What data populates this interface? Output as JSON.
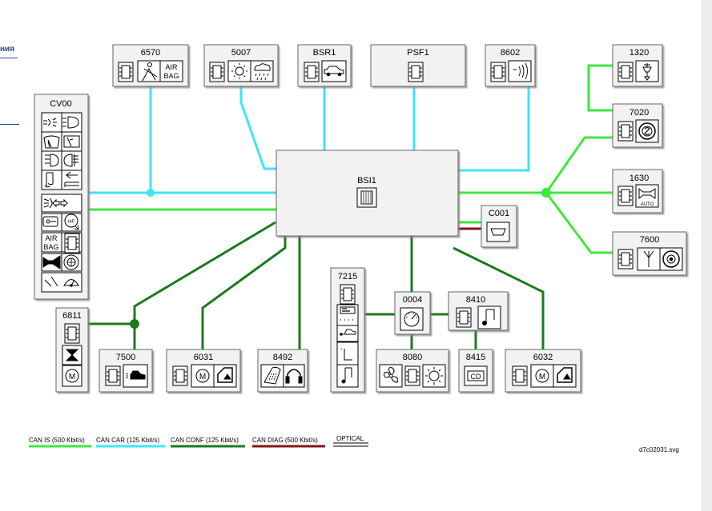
{
  "side_text": "ния",
  "file_name": "d7c02031.svg",
  "colors": {
    "can_is": "#3ee83e",
    "can_car": "#3ce6f2",
    "can_conf": "#1c7a1c",
    "can_diag": "#8a1414",
    "optical": "#000000"
  },
  "legend": [
    {
      "label": "CAN IS (500 Kbit/s)",
      "color_key": "can_is"
    },
    {
      "label": "CAN CAR (125 Kbit/s)",
      "color_key": "can_car"
    },
    {
      "label": "CAN CONF (125 Kbit/s)",
      "color_key": "can_conf"
    },
    {
      "label": "CAN DIAG (500 Kbit/s)",
      "color_key": "can_diag"
    },
    {
      "label": "OPTICAL",
      "color_key": "optical"
    }
  ],
  "modules": {
    "m6570": {
      "label": "6570",
      "icon_text": [
        "AIR",
        "BAG"
      ]
    },
    "m5007": {
      "label": "5007"
    },
    "bsr1": {
      "label": "BSR1"
    },
    "psf1": {
      "label": "PSF1"
    },
    "m8602": {
      "label": "8602"
    },
    "m1320": {
      "label": "1320"
    },
    "m7020": {
      "label": "7020"
    },
    "m1630": {
      "label": "1630",
      "icon_text": "AUTO"
    },
    "m7600": {
      "label": "7600"
    },
    "cv00": {
      "label": "CV00",
      "icon_text": [
        "AIR",
        "BAG"
      ]
    },
    "bsi1": {
      "label": "BSI1"
    },
    "c001": {
      "label": "C001"
    },
    "m6811": {
      "label": "6811"
    },
    "m7500": {
      "label": "7500"
    },
    "m6031": {
      "label": "6031"
    },
    "m8492": {
      "label": "8492"
    },
    "m7215": {
      "label": "7215"
    },
    "m0004": {
      "label": "0004"
    },
    "m8410": {
      "label": "8410"
    },
    "m8080": {
      "label": "8080"
    },
    "m8415": {
      "label": "8415",
      "icon_text": "CD"
    },
    "m6032": {
      "label": "6032"
    }
  }
}
